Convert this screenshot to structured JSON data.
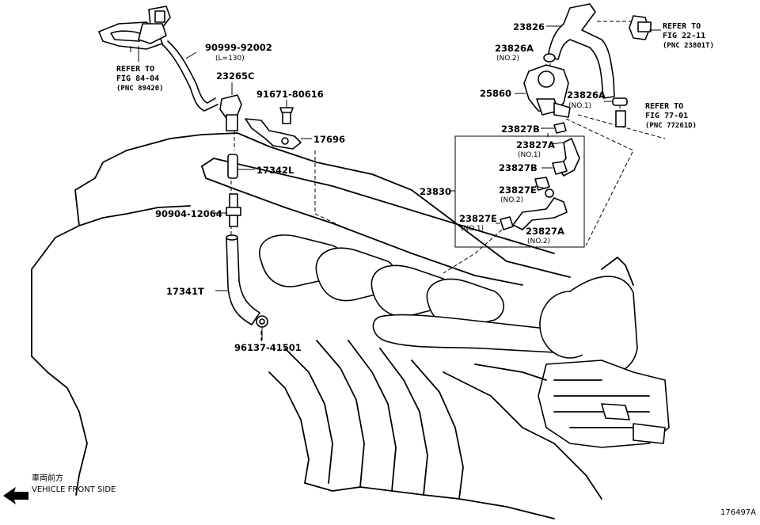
{
  "labels": {
    "p_90999": "90999-92002",
    "p_90999_sub": "(L=130)",
    "p_23265c": "23265C",
    "p_91671": "91671-80616",
    "p_17696": "17696",
    "p_17342l": "17342L",
    "p_90904": "90904-12064",
    "p_17341t": "17341T",
    "p_96137": "96137-41501",
    "p_23826": "23826",
    "p_23826a_top": "23826A",
    "p_23826a_top_sub": "(NO.2)",
    "p_25860": "25860",
    "p_23826a_right": "23826A",
    "p_23826a_right_sub": "(NO.1)",
    "p_23827b_top": "23827B",
    "p_23827a_no1": "23827A",
    "p_23827a_no1_sub": "(NO.1)",
    "p_23827b_mid": "23827B",
    "p_23830": "23830",
    "p_23827e_no2": "23827E",
    "p_23827e_no2_sub": "(NO.2)",
    "p_23827e_no1": "23827E",
    "p_23827e_no1_sub": "(NO.1)",
    "p_23827a_no2": "23827A",
    "p_23827a_no2_sub": "(NO.2)"
  },
  "references": {
    "fig84_l1": "REFER TO",
    "fig84_l2": "FIG 84-04",
    "fig84_pnc": "(PNC 89420)",
    "fig22_l1": "REFER TO",
    "fig22_l2": "FIG 22-11",
    "fig22_pnc": "(PNC 23801T)",
    "fig77_l1": "REFER TO",
    "fig77_l2": "FIG 77-01",
    "fig77_pnc": "(PNC 77261D)"
  },
  "direction": {
    "japanese": "車両前方",
    "english": "VEHICLE FRONT SIDE"
  },
  "figure_id": "176497A"
}
